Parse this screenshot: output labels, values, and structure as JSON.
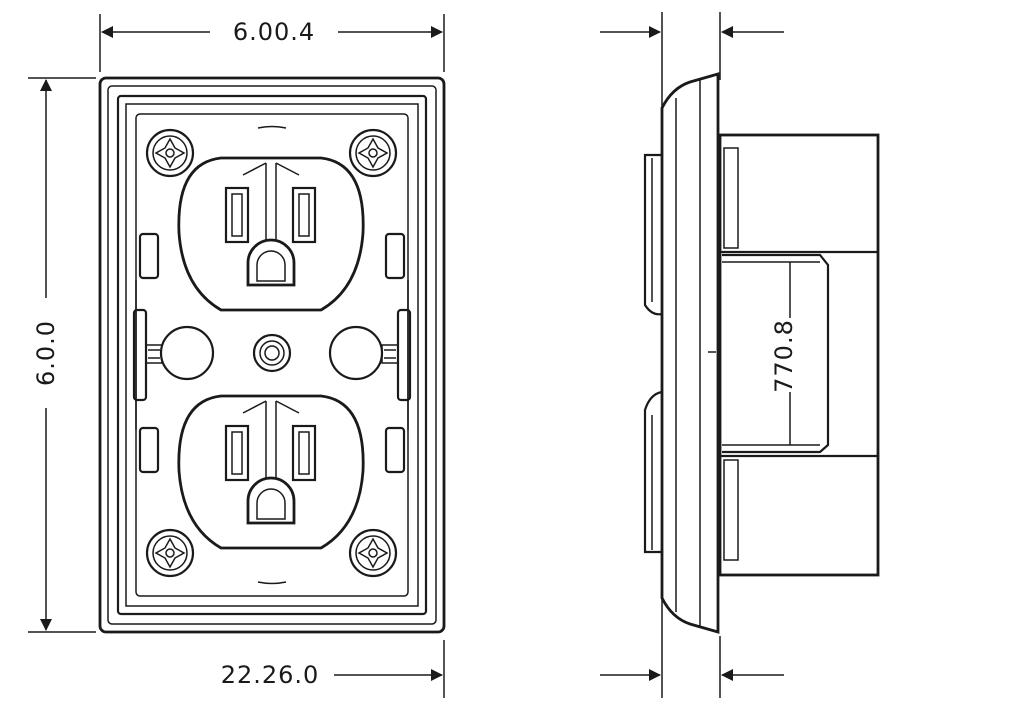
{
  "dimensions": {
    "top_width": "6.00.4",
    "left_height": "6.0.0",
    "bottom_width": "22.26.0",
    "side_depth": "770.8"
  },
  "colors": {
    "line": "#1a1a1a",
    "background": "#ffffff"
  }
}
